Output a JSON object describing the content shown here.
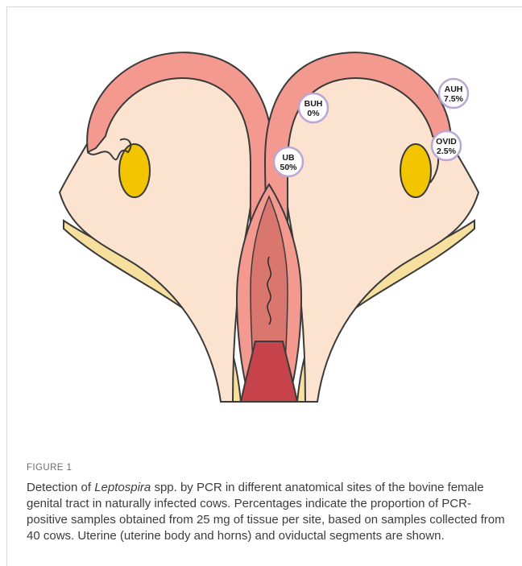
{
  "sites": [
    {
      "code": "BUH",
      "value": "0%"
    },
    {
      "code": "AUH",
      "value": "7.5%"
    },
    {
      "code": "UB",
      "value": "50%"
    },
    {
      "code": "OVID",
      "value": "2.5%"
    }
  ],
  "figure": {
    "label": "FIGURE 1",
    "caption_prefix": "Detection of ",
    "caption_italic": "Leptospira",
    "caption_rest": " spp. by PCR in different anatomical sites of the bovine female genital tract in naturally infected cows. Percentages indicate the proportion of PCR-positive samples obtained from 25 mg of tissue per site, based on samples collected from 40 cows. Uterine (uterine body and horns) and oviductal segments are shown."
  },
  "colors": {
    "uterine_wall": "#f4998f",
    "lumen": "#f9c9bd",
    "ovary_tissue": "#fbe3cf",
    "ovary": "#f2c500",
    "ligament": "#f7df9e",
    "cervix": "#d9766e",
    "vagina": "#c6434b",
    "badge_border": "#b9a6d6"
  }
}
